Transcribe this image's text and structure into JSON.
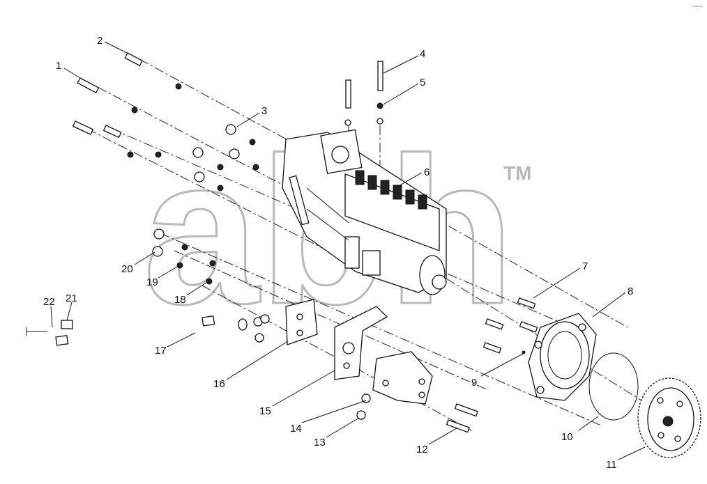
{
  "watermark": {
    "text": "abh",
    "mark": "TM"
  },
  "corner_mark": "~~~",
  "callouts": [
    {
      "id": "1",
      "label": "1"
    },
    {
      "id": "2",
      "label": "2"
    },
    {
      "id": "3",
      "label": "3"
    },
    {
      "id": "4",
      "label": "4"
    },
    {
      "id": "5",
      "label": "5"
    },
    {
      "id": "6",
      "label": "6"
    },
    {
      "id": "7",
      "label": "7"
    },
    {
      "id": "8",
      "label": "8"
    },
    {
      "id": "9",
      "label": "9"
    },
    {
      "id": "10",
      "label": "10"
    },
    {
      "id": "11",
      "label": "11"
    },
    {
      "id": "12",
      "label": "12"
    },
    {
      "id": "13",
      "label": "13"
    },
    {
      "id": "14",
      "label": "14"
    },
    {
      "id": "15",
      "label": "15"
    },
    {
      "id": "16",
      "label": "16"
    },
    {
      "id": "17",
      "label": "17"
    },
    {
      "id": "18",
      "label": "18"
    },
    {
      "id": "19",
      "label": "19"
    },
    {
      "id": "20",
      "label": "20"
    },
    {
      "id": "21",
      "label": "21"
    },
    {
      "id": "22",
      "label": "22"
    }
  ]
}
